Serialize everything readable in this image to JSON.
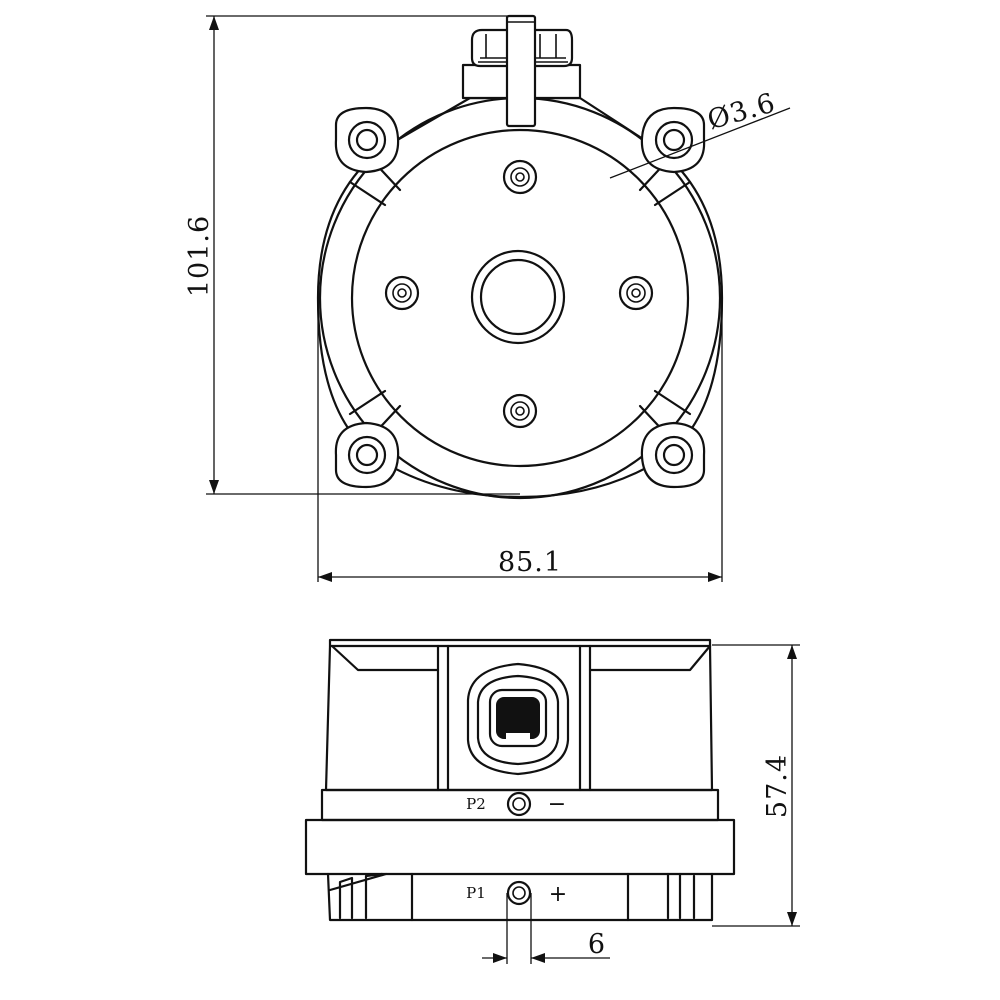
{
  "dimensions": {
    "height_top": "101.6",
    "width_top": "85.1",
    "hole_diameter": "Ø3.6",
    "height_side": "57.4",
    "port_spacing": "6"
  },
  "ports": {
    "p2_label": "P2",
    "p2_sign": "−",
    "p1_label": "P1",
    "p1_sign": "+"
  },
  "colors": {
    "line": "#111111",
    "background": "#ffffff"
  }
}
